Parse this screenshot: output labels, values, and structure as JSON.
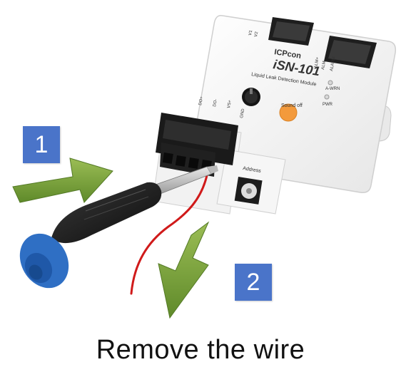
{
  "device": {
    "brand": "ICPcon",
    "model": "iSN-101",
    "subtitle": "Liquid Leak Detection Module",
    "sound_off_label": "Sound off",
    "pwr_label": "PWR",
    "alarm_label": "A-WRN",
    "address_label": "Address"
  },
  "steps": [
    {
      "number": "1"
    },
    {
      "number": "2"
    }
  ],
  "caption": "Remove the wire",
  "colors": {
    "badge": "#4a74c9",
    "arrow": "#7fa23c",
    "sound_button": "#f39a3c",
    "screwdriver_tip": "#2f6fc4",
    "wire": "#d01a1a"
  }
}
